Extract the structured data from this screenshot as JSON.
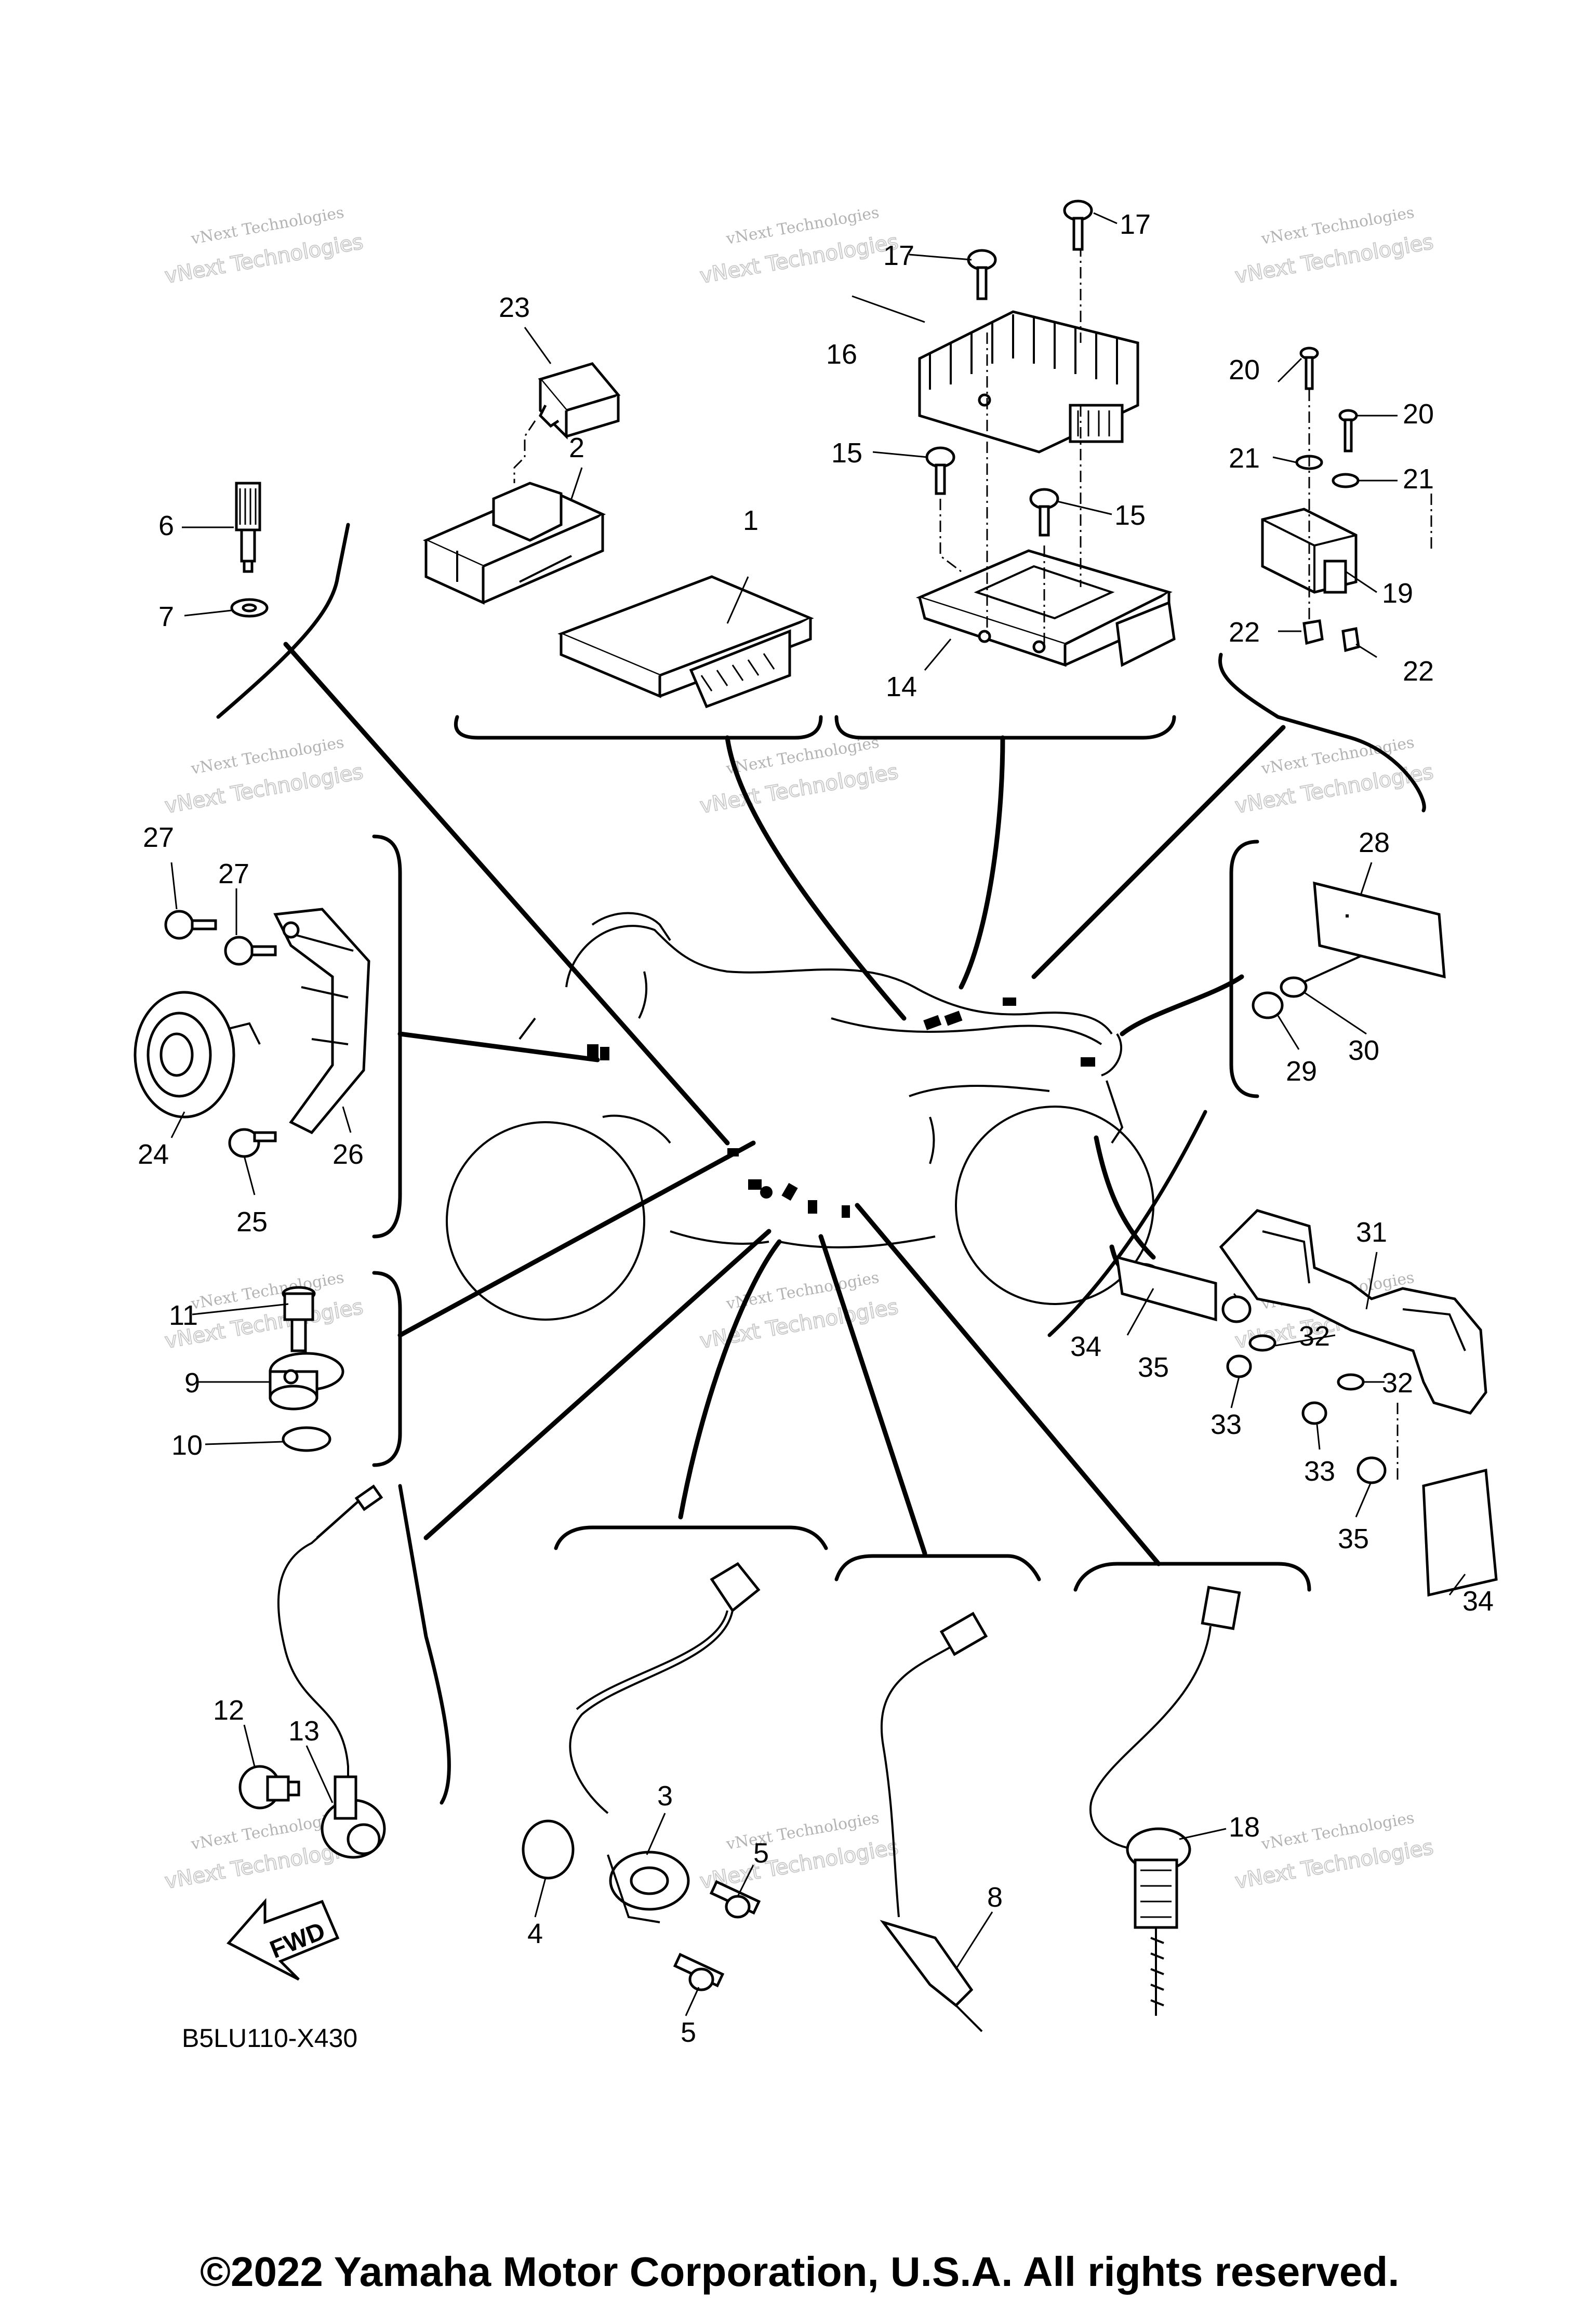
{
  "watermark": {
    "line1": "vNext Technologies",
    "line2": "vNext Technologies"
  },
  "diagram_code": "B5LU110-X430",
  "fwd_label": "FWD",
  "copyright": "©2022 Yamaha Motor Corporation, U.S.A. All rights reserved.",
  "callouts": {
    "c1": "1",
    "c2": "2",
    "c3": "3",
    "c4": "4",
    "c5a": "5",
    "c5b": "5",
    "c6": "6",
    "c7": "7",
    "c8": "8",
    "c9": "9",
    "c10": "10",
    "c11": "11",
    "c12": "12",
    "c13": "13",
    "c14": "14",
    "c15a": "15",
    "c15b": "15",
    "c16": "16",
    "c17a": "17",
    "c17b": "17",
    "c18": "18",
    "c19": "19",
    "c20a": "20",
    "c20b": "20",
    "c21a": "21",
    "c21b": "21",
    "c22a": "22",
    "c22b": "22",
    "c23": "23",
    "c24": "24",
    "c25": "25",
    "c26": "26",
    "c27a": "27",
    "c27b": "27",
    "c28": "28",
    "c29": "29",
    "c30": "30",
    "c31": "31",
    "c32a": "32",
    "c32b": "32",
    "c33a": "33",
    "c33b": "33",
    "c34a": "34",
    "c34b": "34",
    "c35a": "35",
    "c35b": "35"
  }
}
